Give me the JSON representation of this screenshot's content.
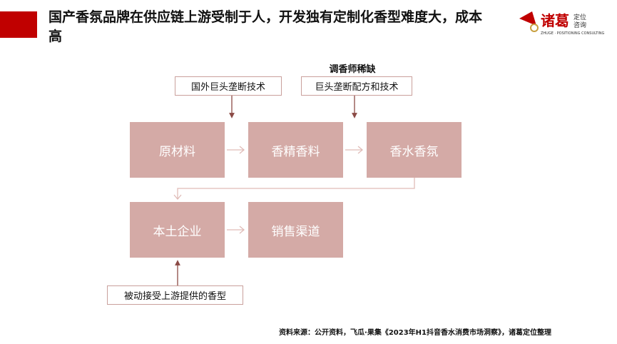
{
  "title": "国产香氛品牌在供应链上游受制于人，开发独有定制化香型难度大，成本高",
  "logo": {
    "text": "诸葛定位咨询",
    "subtitle": "ZHUGE · POSITIONING CONSULTING",
    "color": "#c00000"
  },
  "accent": "#c00000",
  "box_color": "#d4aaa6",
  "diagram": {
    "note": "调香师稀缺",
    "labels": [
      "国外巨头垄断技术",
      "巨头垄断配方和技术",
      "被动接受上游提供的香型"
    ],
    "nodes": [
      "原材料",
      "香精香料",
      "香水香氛",
      "本土企业",
      "销售渠道"
    ]
  },
  "footer": "资料来源：公开资料，飞瓜·果集《2023年H1抖音香水消费市场洞察》，诸葛定位整理"
}
